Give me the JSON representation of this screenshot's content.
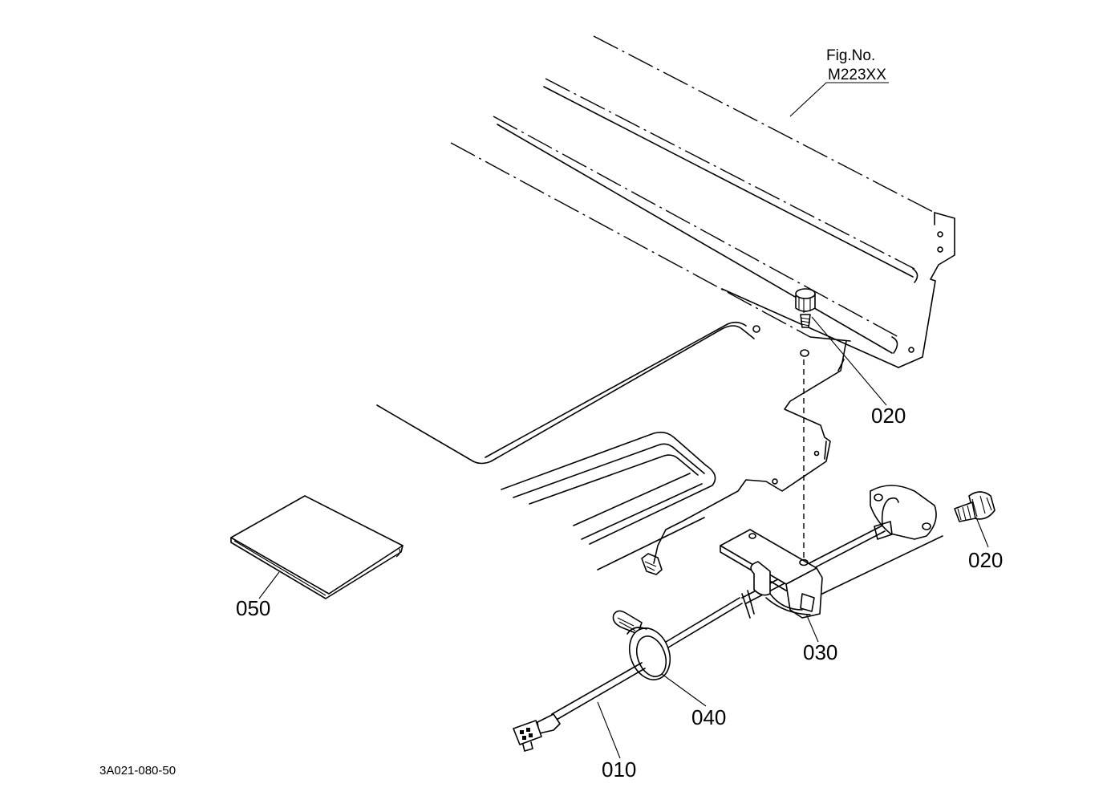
{
  "figure": {
    "ref_line1": "Fig.No.",
    "ref_line2": "M223XX",
    "code": "3A021-080-50"
  },
  "callouts": {
    "c020a": "020",
    "c020b": "020",
    "c030": "030",
    "c040": "040",
    "c010": "010",
    "c050": "050"
  }
}
